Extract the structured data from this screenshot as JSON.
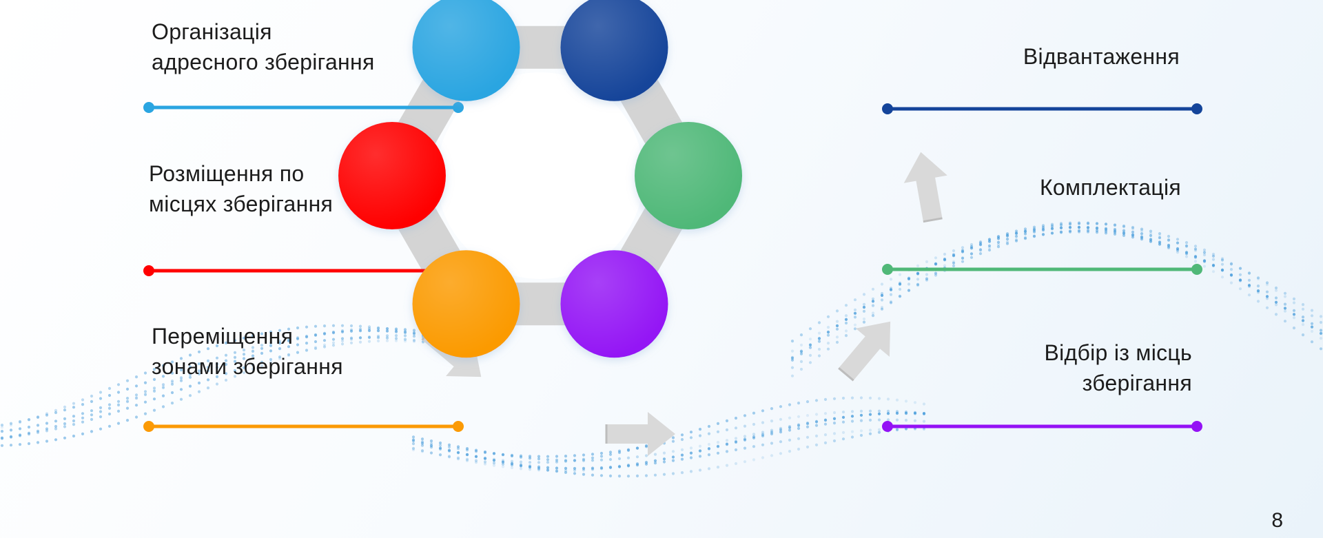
{
  "steps": [
    {
      "id": "address-storage",
      "label": "Організація\nадресного зберігання",
      "color": "#2aa5e1"
    },
    {
      "id": "shipment",
      "label": "Відвантаження",
      "color": "#14449a"
    },
    {
      "id": "placement",
      "label": "Розміщення по\nмісцях зберігання",
      "color": "#ff0000"
    },
    {
      "id": "picking-completion",
      "label": "Комплектація",
      "color": "#50b878"
    },
    {
      "id": "movement",
      "label": "Переміщення\nзонами зберігання",
      "color": "#fb9a05"
    },
    {
      "id": "picking-from-locations",
      "label": "Відбір із місць\nзберігання",
      "color": "#9412f5"
    }
  ],
  "page_number": "8",
  "palette": {
    "connector": "#d4d4d4",
    "arrow": "#d9d9d9",
    "dots": "#2f8fd6",
    "text": "#1c1c1c"
  }
}
